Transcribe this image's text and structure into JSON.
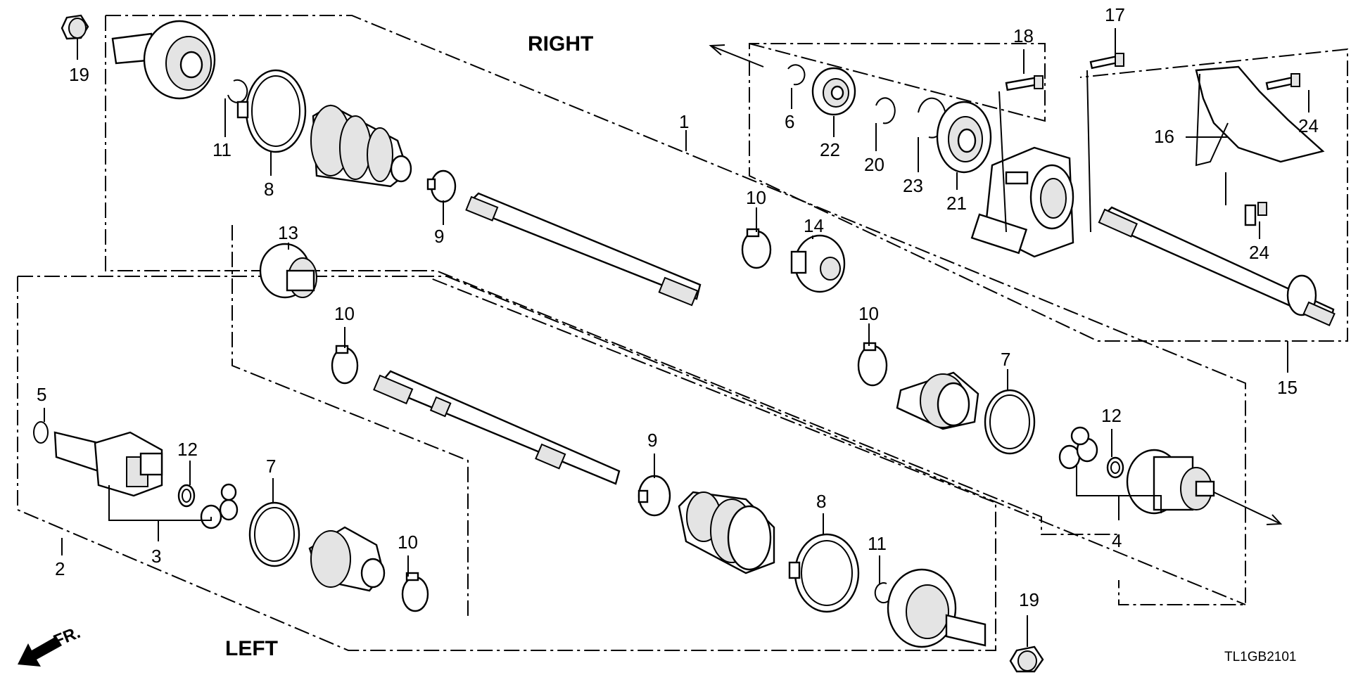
{
  "diagram": {
    "headings": {
      "right": "RIGHT",
      "left": "LEFT"
    },
    "front_arrow_label": "FR.",
    "diagram_code": "TL1GB2101",
    "callouts": {
      "c1": "1",
      "c2": "2",
      "c3": "3",
      "c4": "4",
      "c5": "5",
      "c6": "6",
      "c7a": "7",
      "c7b": "7",
      "c8a": "8",
      "c8b": "8",
      "c9a": "9",
      "c9b": "9",
      "c10a": "10",
      "c10b": "10",
      "c10c": "10",
      "c10d": "10",
      "c11a": "11",
      "c11b": "11",
      "c12a": "12",
      "c12b": "12",
      "c13": "13",
      "c14": "14",
      "c15": "15",
      "c16": "16",
      "c17": "17",
      "c18": "18",
      "c19a": "19",
      "c19b": "19",
      "c20": "20",
      "c21": "21",
      "c22": "22",
      "c23": "23",
      "c24a": "24",
      "c24b": "24"
    }
  },
  "colors": {
    "ink": "#000000",
    "paper": "#ffffff",
    "shade": "#e4e4e4"
  },
  "icons": {
    "front_arrow": "arrow-down-left-icon"
  }
}
